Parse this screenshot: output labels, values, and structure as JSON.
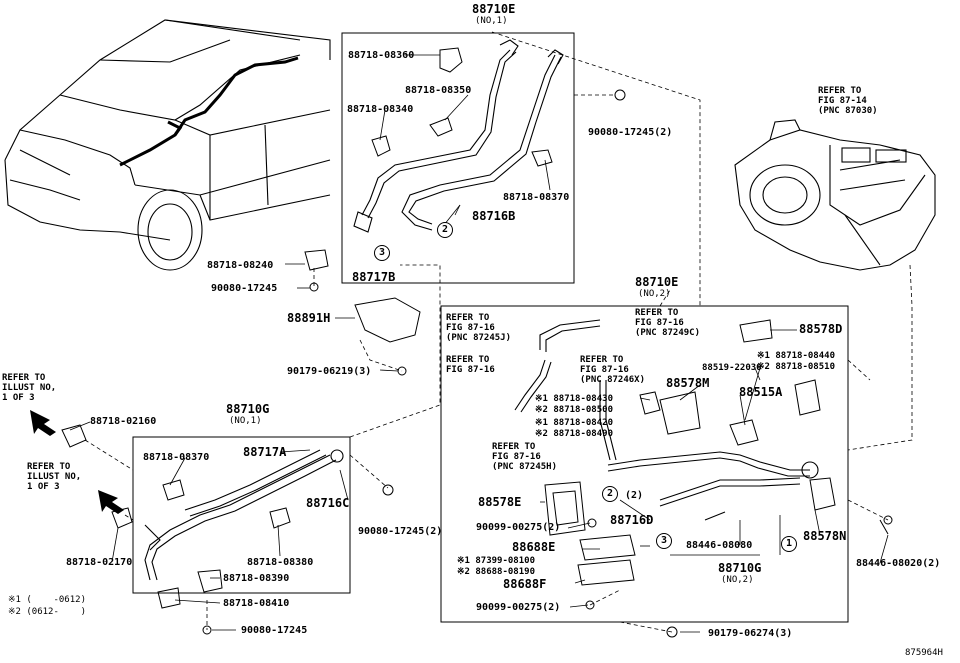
{
  "boxes": {
    "top": {
      "code": "88710E",
      "sub": "(NO,1)"
    },
    "right": {
      "code": "88710E",
      "sub": "(NO,2)"
    },
    "left": {
      "code": "88710G",
      "sub": "(NO,1)"
    },
    "bottom": {
      "code": "88710G",
      "sub": "(NO,2)"
    }
  },
  "labels": {
    "p08360": "88718-08360",
    "p08350": "88718-08350",
    "p08340": "88718-08340",
    "p08370a": "88718-08370",
    "p17245_2a": "90080-17245(2)",
    "p88716b": "88716B",
    "p88717b": "88717B",
    "p08240": "88718-08240",
    "p17245a": "90080-17245",
    "p88891h": "88891H",
    "p06219": "90179-06219(3)",
    "p02160": "88718-02160",
    "p02170": "88718-02170",
    "p08370b": "88718-08370",
    "p88717a": "88717A",
    "p88716c": "88716C",
    "p17245_2b": "90080-17245(2)",
    "p08380": "88718-08380",
    "p08390": "88718-08390",
    "p08410": "88718-08410",
    "p17245b": "90080-17245",
    "p88578d": "88578D",
    "p22030": "88519-22030",
    "p08440": "※1 88718-08440",
    "p08510": "※2 88718-08510",
    "p88578m": "88578M",
    "p88515a": "88515A",
    "p08430": "※1 88718-08430",
    "p08500": "※2 88718-08500",
    "p08420": "※1 88718-08420",
    "p08490": "※2 88718-08490",
    "p88578e": "88578E",
    "p00275_2a": "90099-00275(2)",
    "p88716d": "88716D",
    "p88688e": "88688E",
    "p08100": "※1 87399-08100",
    "p08190": "※2 88688-08190",
    "p88688f": "88688F",
    "p00275_2b": "90099-00275(2)",
    "p06274": "90179-06274(3)",
    "p08080": "88446-08080",
    "p88578n": "88578N",
    "p08020": "88446-08020(2)",
    "p_two_sub": "(2)"
  },
  "refs": {
    "fig87_14": "REFER TO\nFIG 87-14\n(PNC 87030)",
    "fig87245j": "REFER TO\nFIG 87-16\n(PNC 87245J)",
    "fig87249c": "REFER TO\nFIG 87-16\n(PNC 87249C)",
    "fig87_16": "REFER TO\nFIG 87-16",
    "fig87246x": "REFER TO\nFIG 87-16\n(PNC 87246X)",
    "fig87245h": "REFER TO\nFIG 87-16\n(PNC 87245H)",
    "illust1": "REFER TO\nILLUST NO,\n1 OF 3",
    "illust2": "REFER TO\nILLUST NO,\n1 OF 3"
  },
  "circles": [
    "1",
    "2",
    "3"
  ],
  "legend": {
    "line1": "※1 (    -0612)",
    "line2": "※2 (0612-    )"
  },
  "figure_id": "875964H"
}
